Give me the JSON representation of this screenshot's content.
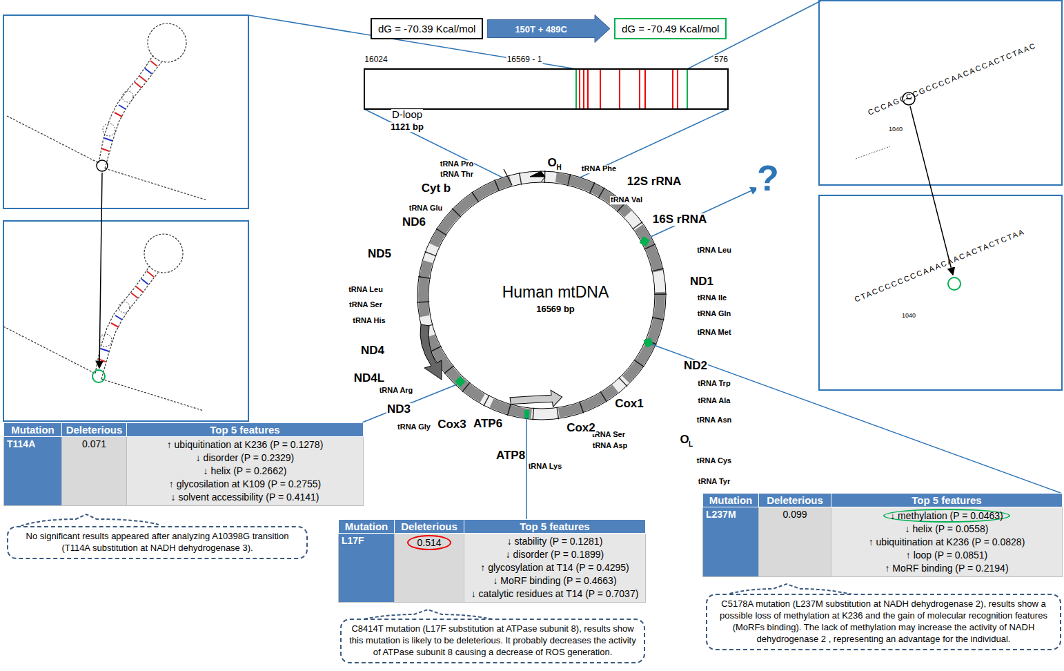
{
  "diagram": {
    "nodes": [
      {
        "text": [
          "dG = -70.39 Kcal/mol"
        ]
      },
      {
        "text": [
          "dG = -70.49 Kcal/mol"
        ]
      },
      {
        "text": [
          "Mutation",
          "Deleterious",
          "Top 5 features",
          "T114A",
          "0.071",
          "↑ ubiquitination at K236 (P = 0.1278)",
          "↓ disorder (P = 0.2329)",
          "↓ helix (P = 0.2662)",
          "↑ glycosilation at K109 (P = 0.2755)",
          "↓ solvent accessibility (P = 0.4141)"
        ]
      },
      {
        "text": [
          "Mutation",
          "Deleterious",
          "Top 5 features",
          "L17F",
          "0.514",
          "↓ stability (P = 0.1281)",
          "↓ disorder (P = 0.1899)",
          "↑ glycosylation at T14 (P = 0.4295)",
          "↓ MoRF binding (P = 0.4663)",
          "↓ catalytic residues at T14 (P = 0.7037)"
        ]
      },
      {
        "text": [
          "Mutation",
          "Deleterious",
          "Top 5 features",
          "L237M",
          "0.099",
          "↓ methylation (P = 0.0463)",
          "↓ helix (P = 0.0558)",
          "↑ ubiquitination at K236 (P = 0.0828)",
          "↑ loop (P = 0.0851)",
          "↑ MoRF binding (P = 0.2194)"
        ]
      },
      {
        "text": [
          "No significant results appeared after analyzing A10398G transition (T114A substitution at NADH dehydrogenase 3)."
        ]
      },
      {
        "text": [
          "C8414T mutation (L17F substitution at ATPase subunit 8), results show this mutation is likely to be deleterious. It probably decreases the activity of ATPase subunit 8 causing a decrease of ROS generation."
        ]
      },
      {
        "text": [
          "C5178A mutation (L237M substitution at NADH dehydrogenase 2), results show a possible loss of methylation at K236 and the gain of molecular recognition features (MoRFs binding). The lack of methylation may increase the activity of NADH dehydrogenase 2 , representing an advantage for the individual."
        ]
      }
    ],
    "edges": [
      {
        "from": 0,
        "to": 1,
        "label": "150T + 489C",
        "arrow": "to"
      }
    ],
    "labels": [
      "16024",
      "16569 - 1",
      "576",
      "D-loop",
      "1121 bp",
      "tRNA Pro",
      "tRNA Thr",
      "O",
      "H",
      "Cyt b",
      "tRNA Glu",
      "ND6",
      "tRNA Phe",
      "12S rRNA",
      "tRNA Val",
      "16S rRNA",
      "tRNA Leu",
      "ND1",
      "tRNA Ile",
      "tRNA Gln",
      "tRNA Met",
      "ND2",
      "tRNA Trp",
      "tRNA Ala",
      "tRNA Asn",
      "Cox1",
      "O",
      "L",
      "tRNA Cys",
      "tRNA Tyr",
      "tRNA Ser",
      "tRNA Asp",
      "Cox2",
      "ATP6",
      "ATP8",
      "tRNA Lys",
      "Cox3",
      "ND3",
      "tRNA Gly",
      "tRNA Arg",
      "ND4L",
      "ND4",
      "tRNA His",
      "tRNA Ser",
      "tRNA Leu",
      "ND5",
      "Human mtDNA",
      "16569 bp",
      "?",
      "CCCAGCCCGCCCCAACACCACTCTAAC",
      "1040",
      "CTACCCCCCCCAAACAACACTACTCTAA",
      "1040"
    ]
  }
}
